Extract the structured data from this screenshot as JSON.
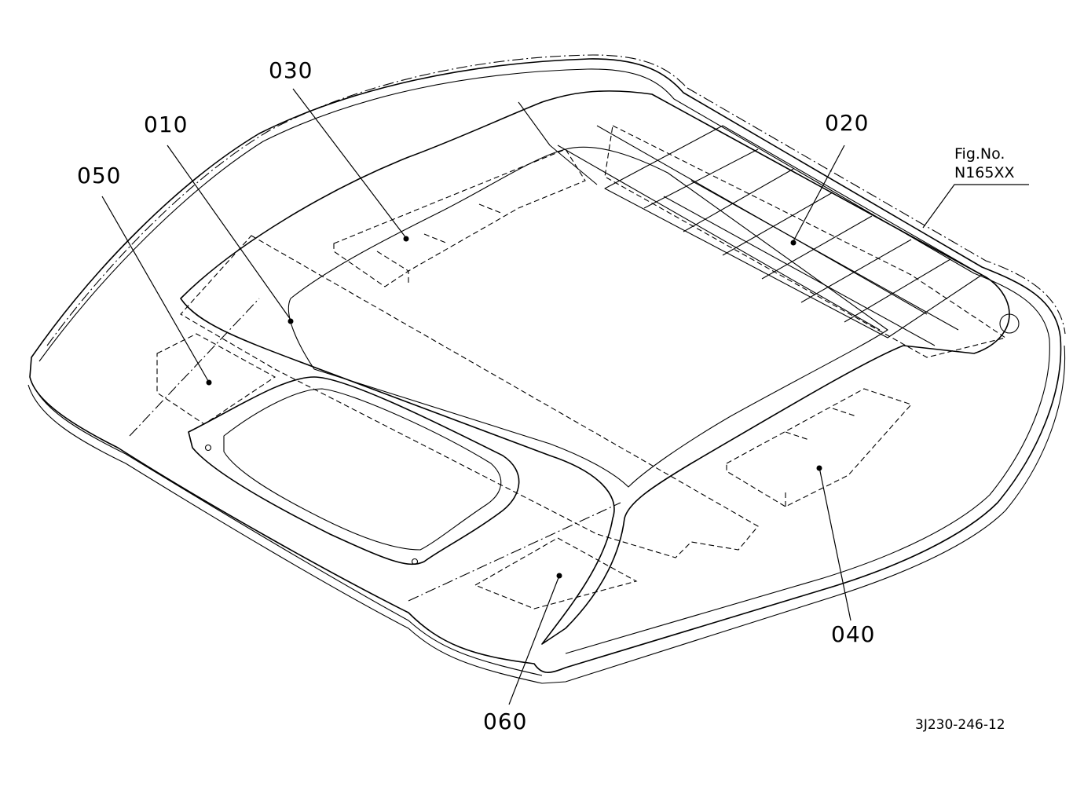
{
  "callouts": {
    "p010": "010",
    "p020": "020",
    "p030": "030",
    "p040": "040",
    "p050": "050",
    "p060": "060"
  },
  "figure": {
    "label": "Fig.No.",
    "number": "N165XX"
  },
  "drawing_number": "3J230-246-12"
}
